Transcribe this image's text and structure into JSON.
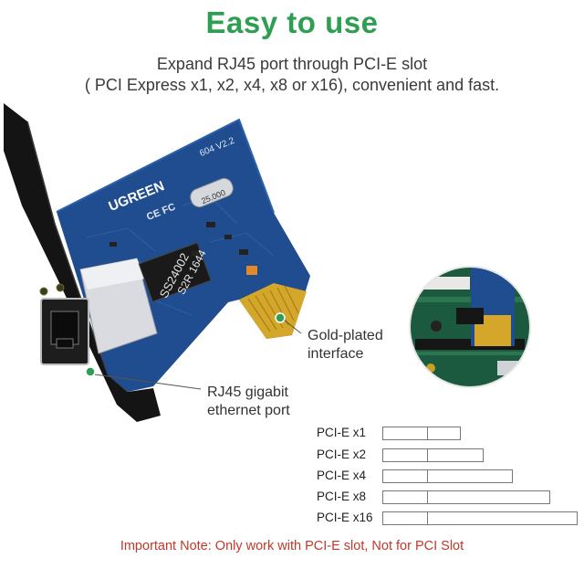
{
  "title": "Easy to use",
  "subtitle_line1": "Expand RJ45 port through PCI-E slot",
  "subtitle_line2": "( PCI Express x1, x2, x4, x8 or x16), convenient and fast.",
  "board": {
    "brand": "UGREEN",
    "version": "604 V2.2",
    "crystal": "25.000",
    "chip_line1": "SS24002",
    "chip_line2": "S2R 1644",
    "cert": "CE FC"
  },
  "callouts": {
    "gold_line1": "Gold-plated",
    "gold_line2": "interface",
    "rj45_line1": "RJ45 gigabit",
    "rj45_line2": "ethernet port"
  },
  "slots": [
    {
      "label": "PCI-E x1",
      "fill": 0.4
    },
    {
      "label": "PCI-E x2",
      "fill": 0.52
    },
    {
      "label": "PCI-E x4",
      "fill": 0.67
    },
    {
      "label": "PCI-E x8",
      "fill": 0.86
    },
    {
      "label": "PCI-E x16",
      "fill": 1.0
    }
  ],
  "note": "Important Note: Only work with PCI-E slot, Not for PCI Slot",
  "colors": {
    "title_green": "#2e9e52",
    "pcb_blue": "#1f4d8f",
    "gold": "#d4a62a",
    "note_red": "#c0392b",
    "callout_dot": "#2e9e52"
  }
}
